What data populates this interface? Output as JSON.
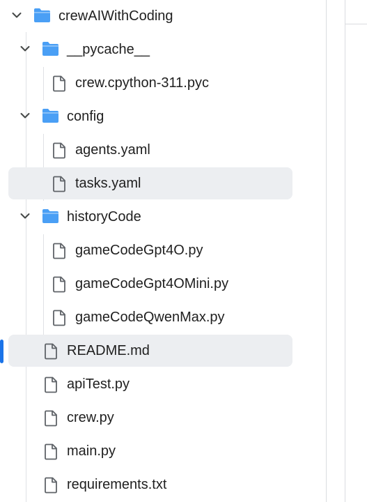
{
  "explorer": {
    "root": {
      "label": "crewAIWithCoding",
      "expanded": true
    },
    "items": [
      {
        "label": "__pycache__",
        "type": "folder",
        "expanded": true
      },
      {
        "label": "crew.cpython-311.pyc",
        "type": "file"
      },
      {
        "label": "config",
        "type": "folder",
        "expanded": true
      },
      {
        "label": "agents.yaml",
        "type": "file"
      },
      {
        "label": "tasks.yaml",
        "type": "file",
        "selected": true
      },
      {
        "label": "historyCode",
        "type": "folder",
        "expanded": true
      },
      {
        "label": "gameCodeGpt4O.py",
        "type": "file"
      },
      {
        "label": "gameCodeGpt4OMini.py",
        "type": "file"
      },
      {
        "label": "gameCodeQwenMax.py",
        "type": "file"
      },
      {
        "label": "README.md",
        "type": "file",
        "selected": true,
        "active": true
      },
      {
        "label": "apiTest.py",
        "type": "file"
      },
      {
        "label": "crew.py",
        "type": "file"
      },
      {
        "label": "main.py",
        "type": "file"
      },
      {
        "label": "requirements.txt",
        "type": "file"
      }
    ]
  },
  "colors": {
    "folder": "#4a9ff5",
    "file_outline": "#5f6368",
    "chevron": "#444746",
    "selection": "#eceef1",
    "active_marker": "#1a73e8"
  },
  "icons": {
    "folder": "folder-icon",
    "file": "file-icon",
    "chevron": "chevron-down-icon"
  }
}
